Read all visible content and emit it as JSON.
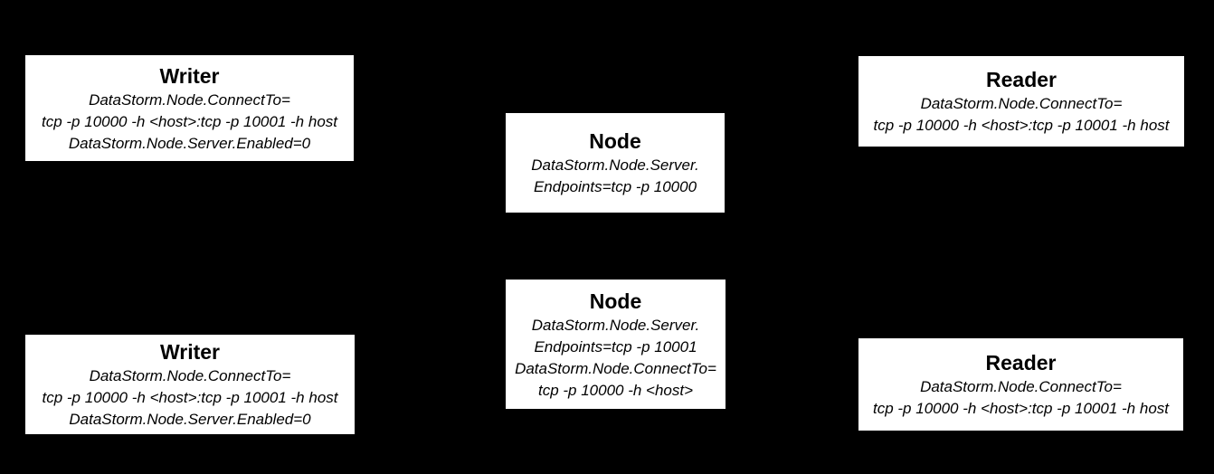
{
  "canvas": {
    "background_color": "#000000",
    "box_fill_color": "#ffffff",
    "box_border_color": "#000000",
    "text_color": "#000000"
  },
  "boxes": [
    {
      "id": "writer-top",
      "title": "Writer",
      "lines": [
        "DataStorm.Node.ConnectTo=",
        "tcp -p 10000 -h <host>:tcp -p 10001 -h host",
        "DataStorm.Node.Server.Enabled=0"
      ]
    },
    {
      "id": "node-top",
      "title": "Node",
      "lines": [
        "DataStorm.Node.Server.",
        "Endpoints=tcp -p 10000"
      ]
    },
    {
      "id": "reader-top",
      "title": "Reader",
      "lines": [
        "DataStorm.Node.ConnectTo=",
        "tcp -p 10000 -h <host>:tcp -p 10001 -h host"
      ]
    },
    {
      "id": "node-bottom",
      "title": "Node",
      "lines": [
        "DataStorm.Node.Server.",
        "Endpoints=tcp -p 10001",
        "DataStorm.Node.ConnectTo=",
        "tcp -p 10000 -h <host>"
      ]
    },
    {
      "id": "writer-bottom",
      "title": "Writer",
      "lines": [
        "DataStorm.Node.ConnectTo=",
        "tcp -p 10000 -h <host>:tcp -p 10001 -h host",
        "DataStorm.Node.Server.Enabled=0"
      ]
    },
    {
      "id": "reader-bottom",
      "title": "Reader",
      "lines": [
        "DataStorm.Node.ConnectTo=",
        "tcp -p 10000 -h <host>:tcp -p 10001 -h host"
      ]
    }
  ]
}
